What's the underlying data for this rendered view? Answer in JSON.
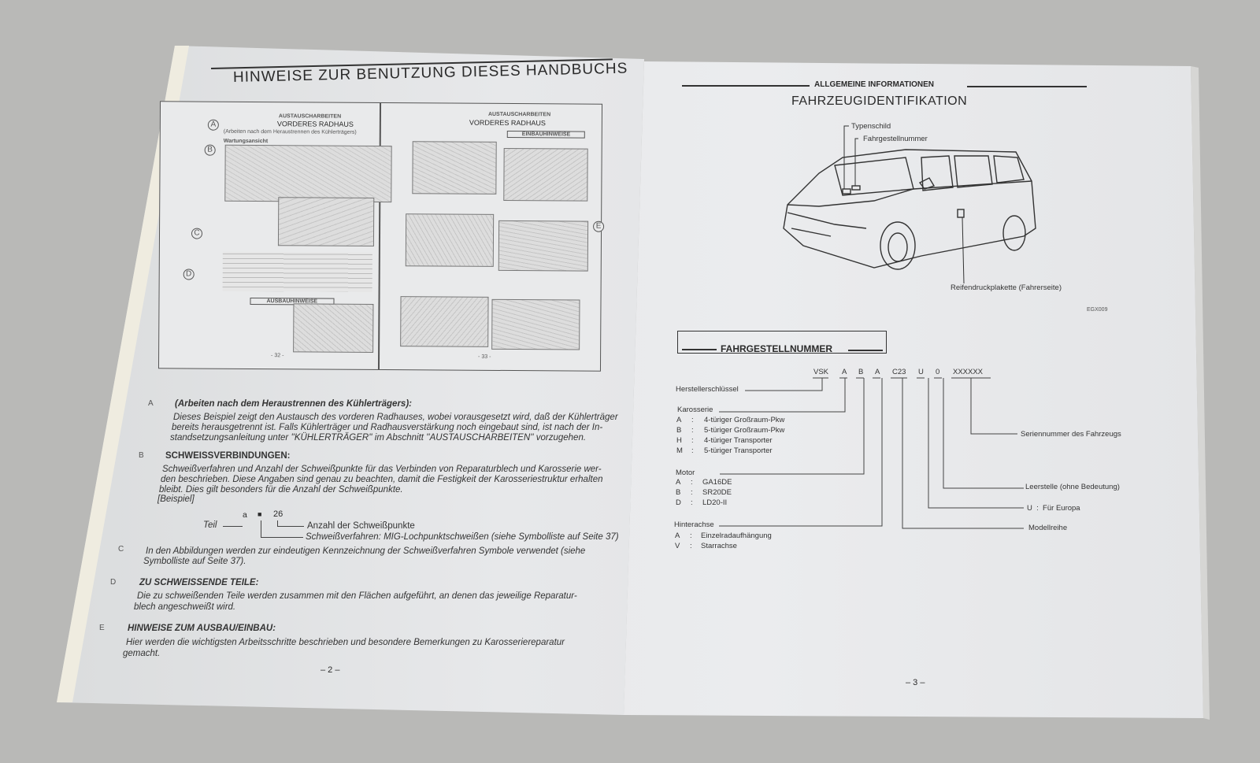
{
  "left_page": {
    "title": "HINWEISE ZUR BENUTZUNG DIESES HANDBUCHS",
    "figure": {
      "left": {
        "section": "AUSTAUSCHARBEITEN",
        "title": "VORDERES RADHAUS",
        "note": "(Arbeiten nach dem Heraustrennen des Kühlerträgers)",
        "sub": "Wartungsansicht",
        "box": "AUSBAUHINWEISE",
        "page": "- 32 -"
      },
      "right": {
        "section": "AUSTAUSCHARBEITEN",
        "title": "VORDERES RADHAUS",
        "box": "EINBAUHINWEISE",
        "page": "- 33 -"
      },
      "markers": [
        "A",
        "B",
        "C",
        "D",
        "E"
      ]
    },
    "sections": [
      {
        "marker": "A",
        "heading": "(Arbeiten nach dem Heraustrennen des Kühlerträgers):",
        "lines": [
          "Dieses Beispiel zeigt den Austausch des vorderen Radhauses, wobei vorausgesetzt wird, daß der Kühlerträger",
          "bereits herausgetrennt ist. Falls Kühlerträger und Radhausverstärkung noch eingebaut sind, ist nach der In-",
          "standsetzungsanleitung unter ''KÜHLERTRÄGER'' im Abschnitt ''AUSTAUSCHARBEITEN'' vorzugehen."
        ]
      },
      {
        "marker": "B",
        "heading": "SCHWEISSVERBINDUNGEN:",
        "lines": [
          "Schweißverfahren und Anzahl der Schweißpunkte für das Verbinden von Reparaturblech und Karosserie wer-",
          "den beschrieben. Diese Angaben sind genau zu beachten, damit die Festigkeit der Karosseriestruktur erhalten",
          "bleibt. Dies gilt besonders für die Anzahl der Schweißpunkte.",
          "[Beispiel]"
        ]
      },
      {
        "marker": "C",
        "heading": "",
        "lines": [
          "In den Abbildungen werden zur eindeutigen Kennzeichnung der Schweißverfahren Symbole verwendet (siehe",
          "Symbolliste auf Seite 37)."
        ]
      },
      {
        "marker": "D",
        "heading": "ZU SCHWEISSENDE TEILE:",
        "lines": [
          "Die zu schweißenden Teile werden zusammen mit den Flächen aufgeführt, an denen das jeweilige Reparatur-",
          "blech angeschweißt wird."
        ]
      },
      {
        "marker": "E",
        "heading": "HINWEISE ZUM AUSBAU/EINBAU:",
        "lines": [
          "Hier werden die wichtigsten Arbeitsschritte beschrieben und besondere Bemerkungen zu Karosseriereparatur",
          "gemacht."
        ]
      }
    ],
    "example": {
      "part_letter": "a",
      "symbol": "■",
      "count": "26",
      "teil": "Teil",
      "count_label": "Anzahl der Schweißpunkte",
      "method_label": "Schweißverfahren: MIG-Lochpunktschweißen (siehe Symbolliste auf Seite 37)"
    },
    "page_number": "– 2 –"
  },
  "right_page": {
    "section": "ALLGEMEINE INFORMATIONEN",
    "title": "FAHRZEUGIDENTIFIKATION",
    "illustration": {
      "labels": [
        "Typenschild",
        "Fahrgestellnummer",
        "Reifendruckplakette (Fahrerseite)"
      ],
      "code": "EGX009"
    },
    "vin_box_title": "FAHRGESTELLNUMMER",
    "vin_parts": [
      "VSK",
      "A",
      "B",
      "A",
      "C23",
      "U",
      "0",
      "XXXXXX"
    ],
    "left_groups": [
      {
        "label": "Herstellerschlüssel",
        "items": []
      },
      {
        "label": "Karosserie",
        "items": [
          [
            "A",
            "4-türiger Großraum-Pkw"
          ],
          [
            "B",
            "5-türiger Großraum-Pkw"
          ],
          [
            "H",
            "4-türiger Transporter"
          ],
          [
            "M",
            "5-türiger Transporter"
          ]
        ]
      },
      {
        "label": "Motor",
        "items": [
          [
            "A",
            "GA16DE"
          ],
          [
            "B",
            "SR20DE"
          ],
          [
            "D",
            "LD20-II"
          ]
        ]
      },
      {
        "label": "Hinterachse",
        "items": [
          [
            "A",
            "Einzelradaufhängung"
          ],
          [
            "V",
            "Starrachse"
          ]
        ]
      }
    ],
    "right_labels": [
      "Seriennummer des Fahrzeugs",
      "Leerstelle (ohne Bedeutung)",
      "U  :  Für Europa",
      "Modellreihe"
    ],
    "page_number": "– 3 –"
  }
}
